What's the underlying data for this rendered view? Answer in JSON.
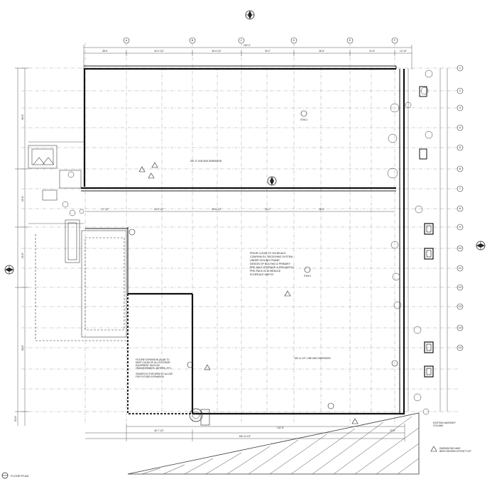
{
  "sheet_title": "FLOOR PLAN",
  "column_lines": [
    "A",
    "B",
    "C",
    "D",
    "E",
    "F"
  ],
  "row_lines": [
    "1",
    "2",
    "3",
    "4",
    "5",
    "6",
    "7",
    "8",
    "9",
    "10",
    "11",
    "12",
    "13",
    "14",
    "15"
  ],
  "top_dims": [
    "38'-6\"",
    "40'-0 1/2\"",
    "36'-6 1/2\"",
    "33'-2\"",
    "36'-6\"",
    "21'-8\"",
    "12'-10\""
  ],
  "overall_top_dim": "200'-0\"",
  "mid_dims": [
    "27'-10\"",
    "40'-2 1/2\"",
    "36'-6 1/2\"",
    "33'-2\"",
    "36'-6\""
  ],
  "bottom_dims": [
    "141'-6\"",
    "36'-7 1/2\"",
    "13'-5\""
  ],
  "bottom_total": "159'-11 1/2\"",
  "left_dims": [
    "38'-6\"",
    "32'-6\"",
    "29'-6\"",
    "61'-0\"",
    "20'-6\""
  ],
  "notes": {
    "center_note": [
      "PRIOR CLEAR TO SCHEDULE",
      "CONFIRM EX. RECEIVING SYSTEM",
      "UNDER CEILING FRAME",
      "DESIGN OF BOLTING & PRIMARY",
      "PRE-SALE STORAGE & PRE-MATCH",
      "PRE-PACK IN SCHEDULE",
      "SCHEDULE MATCH"
    ],
    "expansion_note": [
      "FUTURE EXPANSION (SLAB TO",
      "KEEP CLEAR OF ALL EXTERIOR",
      "EQUIPMENT SUCH AS",
      "TRANSFORMERS, METERS, ETC.",
      "",
      "GRADES IN THIS AREA TO ALLOW",
      "FOR FUTURE EXPANSION"
    ],
    "existing_curb": [
      "EXISTING MASONRY",
      "COLUMN"
    ],
    "legend_note": [
      "DIMENSIONS HAVE",
      "BEEN REVISED EXTENT FLIP"
    ],
    "upper_line_label": "200'-0\" LINE AND DIMENSION",
    "lower_line_label": "150'-11 1/2\" LINE AND DIMENSION",
    "area_label_1": "ITEM 1",
    "area_label_2": "ITEM 2"
  }
}
